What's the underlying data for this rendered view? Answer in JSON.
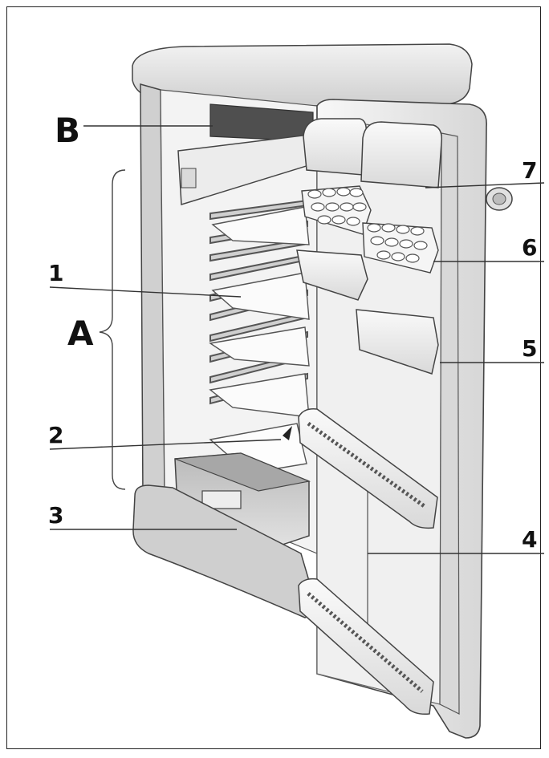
{
  "callouts": {
    "B": "B",
    "A": "A",
    "n1": "1",
    "n2": "2",
    "n3": "3",
    "n4": "4",
    "n5": "5",
    "n6": "6",
    "n7": "7"
  },
  "colors": {
    "body": "#e6e6e6",
    "body_dark": "#c8c8c8",
    "body_shadow": "#9e9e9e",
    "interior": "#f4f4f4",
    "outline": "#444444",
    "freezer": "#555555",
    "leader": "#333333"
  }
}
